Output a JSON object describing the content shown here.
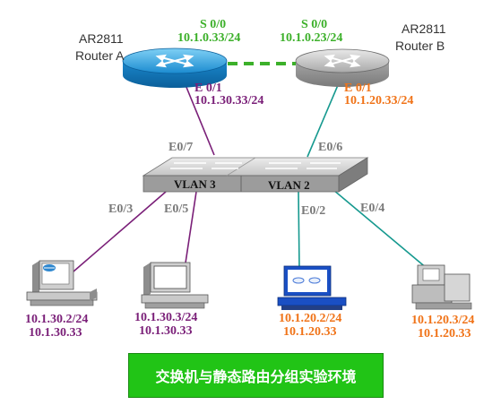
{
  "title_banner": "交换机与静态路由分组实验环境",
  "router_a": {
    "model": "AR2811",
    "name": "Router A",
    "serial_iface": "S 0/0",
    "serial_ip": "10.1.0.33/24",
    "eth_iface": "E 0/1",
    "eth_ip": "10.1.30.33/24"
  },
  "router_b": {
    "model": "AR2811",
    "name": "Router B",
    "serial_iface": "S 0/0",
    "serial_ip": "10.1.0.23/24",
    "eth_iface": "E 0/1",
    "eth_ip": "10.1.20.33/24"
  },
  "switch": {
    "vlan_left": "VLAN 3",
    "vlan_right": "VLAN 2",
    "port_uplink_a": "E0/7",
    "port_uplink_b": "E0/6",
    "port_pc1": "E0/3",
    "port_pc2": "E0/5",
    "port_pc3": "E0/2",
    "port_pc4": "E0/4"
  },
  "hosts": [
    {
      "ip": "10.1.30.2/24",
      "gateway": "10.1.30.33"
    },
    {
      "ip": "10.1.30.3/24",
      "gateway": "10.1.30.33"
    },
    {
      "ip": "10.1.20.2/24",
      "gateway": "10.1.20.33"
    },
    {
      "ip": "10.1.20.3/24",
      "gateway": "10.1.20.33"
    }
  ],
  "colors": {
    "vlan3": "#7a1f78",
    "vlan2": "#16998f",
    "serial_link": "#3cb02a",
    "banner": "#21c416"
  }
}
